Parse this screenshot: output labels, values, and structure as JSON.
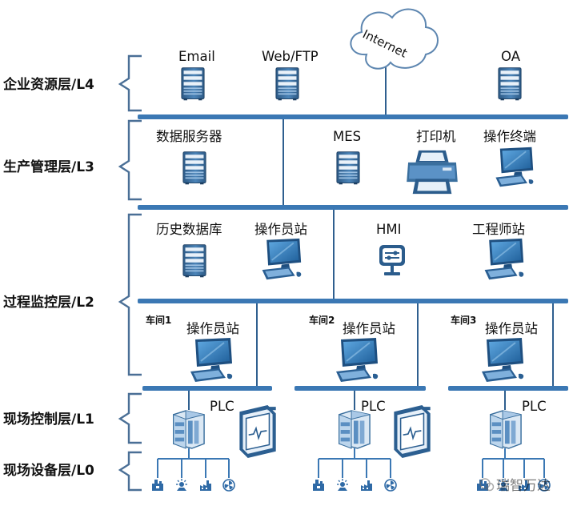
{
  "layers": {
    "l4": "企业资源层/L4",
    "l3": "生产管理层/L3",
    "l2": "过程监控层/L2",
    "l1": "现场控制层/L1",
    "l0": "现场设备层/L0"
  },
  "l4": {
    "email": "Email",
    "webftp": "Web/FTP",
    "internet": "Internet",
    "oa": "OA"
  },
  "l3": {
    "dataserver": "数据服务器",
    "mes": "MES",
    "printer": "打印机",
    "terminal": "操作终端"
  },
  "l2": {
    "history_db": "历史数据库",
    "operator_station": "操作员站",
    "hmi": "HMI",
    "engineer_station": "工程师站",
    "workshops": [
      {
        "name": "车间1",
        "station": "操作员站"
      },
      {
        "name": "车间2",
        "station": "操作员站"
      },
      {
        "name": "车间3",
        "station": "操作员站"
      }
    ]
  },
  "l1": {
    "plc": [
      "PLC",
      "PLC",
      "PLC"
    ]
  },
  "watermark": "瑞智万达",
  "colors": {
    "bus": "#3b78b4",
    "device": "#3a6f9e",
    "line": "#2f5f8f"
  }
}
